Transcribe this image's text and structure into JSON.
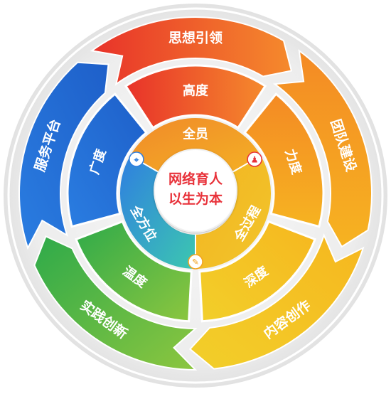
{
  "center": {
    "line1": "网络育人",
    "line2": "以生为本"
  },
  "inner_ring": [
    {
      "label": "全员",
      "icon": "person-icon"
    },
    {
      "label": "全过程",
      "icon": "clipboard-icon"
    },
    {
      "label": "全方位",
      "icon": "location-pin-icon"
    }
  ],
  "middle_ring": [
    "高度",
    "力度",
    "深度",
    "温度",
    "广度"
  ],
  "outer_ring": [
    "思想引领",
    "团队建设",
    "内容创作",
    "实践创新",
    "服务平台"
  ],
  "colors": {
    "red": "#f0402a",
    "orange": "#f5a020",
    "yellow": "#f3b51f",
    "green": "#5cb53a",
    "blue": "#2f80e0",
    "center_text": "#e8323a"
  }
}
